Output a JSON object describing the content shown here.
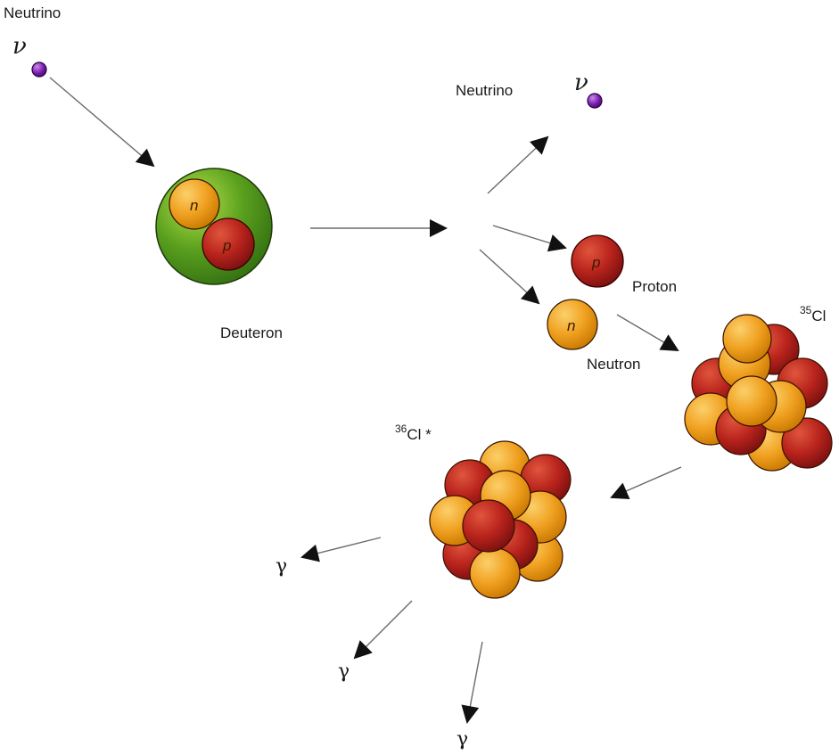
{
  "labels": {
    "neutrino_in": "Neutrino",
    "neutrino_out": "Neutrino",
    "nu_symbol": "ν",
    "deuteron": "Deuteron",
    "proton": "Proton",
    "neutron": "Neutron",
    "cl35_mass": "35",
    "cl35_element": "Cl",
    "cl36_mass": "36",
    "cl36_element": "Cl *",
    "gamma": "γ",
    "n_letter": "n",
    "p_letter": "p"
  },
  "colors": {
    "neutrino": "#7a1fb0",
    "neutron": "#f0a020",
    "proton": "#b8231c",
    "deuteron_shell": "#5aa01e",
    "arrow": "#6b6b6b"
  }
}
